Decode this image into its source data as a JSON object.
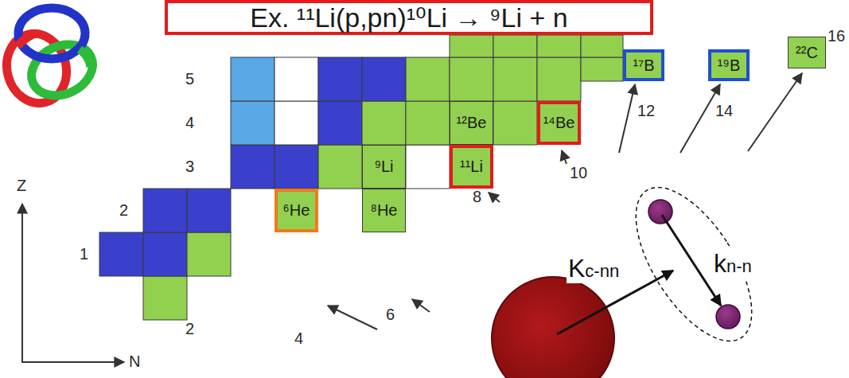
{
  "diagram": {
    "nodes": [
      {
        "text": [
          "Ex. ¹¹Li(p,pn)¹⁰Li → ⁹Li + n"
        ]
      },
      {
        "text": [
          "²²C"
        ]
      },
      {
        "text": [
          "¹⁷B"
        ]
      },
      {
        "text": [
          "¹⁹B"
        ]
      },
      {
        "text": [
          "¹²Be"
        ]
      },
      {
        "text": [
          "¹⁴Be"
        ]
      },
      {
        "text": [
          "⁹Li"
        ]
      },
      {
        "text": [
          "¹¹Li"
        ]
      },
      {
        "text": [
          "⁶He"
        ]
      },
      {
        "text": [
          "⁸He"
        ]
      }
    ],
    "labels": [
      "16",
      "12",
      "14",
      "5",
      "4",
      "10",
      "3",
      "8",
      "Kc-nn",
      "kn-n",
      "2",
      "6",
      "1",
      "2",
      "4",
      "Z",
      "N"
    ]
  }
}
